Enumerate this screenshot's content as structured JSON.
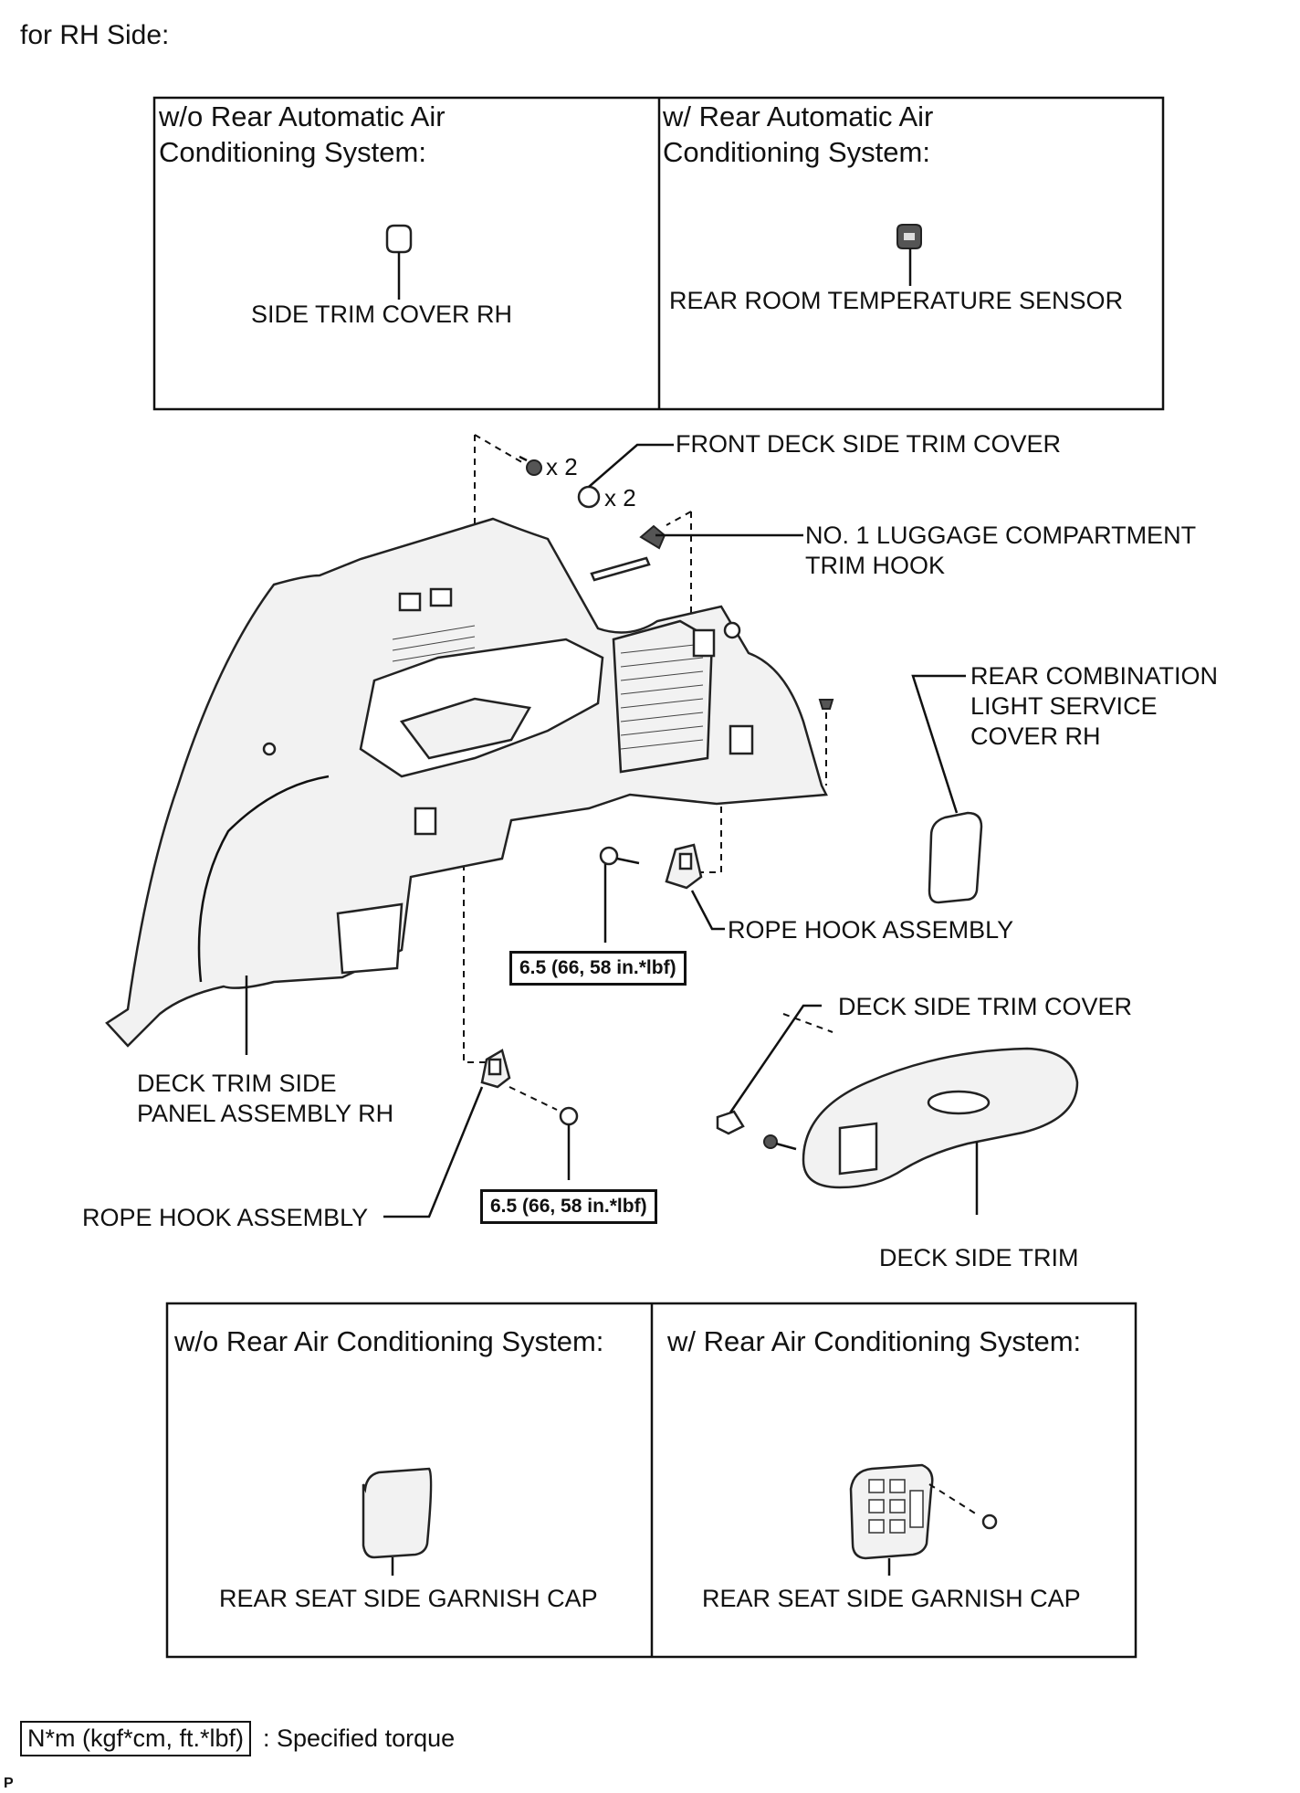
{
  "heading": "for RH Side:",
  "top_box": {
    "left_title_1": "w/o Rear Automatic Air",
    "left_title_2": "Conditioning System:",
    "left_part": "SIDE TRIM COVER RH",
    "right_title_1": "w/ Rear Automatic Air",
    "right_title_2": "Conditioning System:",
    "right_part": "REAR ROOM TEMPERATURE SENSOR"
  },
  "main": {
    "clip_qty": "x 2",
    "cover_qty": "x 2",
    "front_deck_side_trim_cover": "FRONT DECK SIDE TRIM COVER",
    "luggage_hook_1": "NO. 1 LUGGAGE COMPARTMENT",
    "luggage_hook_2": "TRIM HOOK",
    "rear_combo_1": "REAR COMBINATION",
    "rear_combo_2": "LIGHT SERVICE",
    "rear_combo_3": "COVER RH",
    "rope_hook_upper": "ROPE HOOK ASSEMBLY",
    "torque_upper": "6.5 (66, 58 in.*lbf)",
    "deck_side_trim_cover": "DECK SIDE TRIM COVER",
    "panel_1": "DECK TRIM SIDE",
    "panel_2": "PANEL ASSEMBLY RH",
    "rope_hook_lower": "ROPE HOOK ASSEMBLY",
    "torque_lower": "6.5 (66, 58 in.*lbf)",
    "deck_side_trim": "DECK SIDE TRIM"
  },
  "bottom_box": {
    "left_title": "w/o Rear Air Conditioning System:",
    "left_part": "REAR SEAT SIDE GARNISH CAP",
    "right_title": "w/ Rear Air Conditioning System:",
    "right_part": "REAR SEAT SIDE GARNISH CAP"
  },
  "legend": {
    "unit": "N*m (kgf*cm, ft.*lbf)",
    "desc": ": Specified torque"
  },
  "corner_mark": "P"
}
